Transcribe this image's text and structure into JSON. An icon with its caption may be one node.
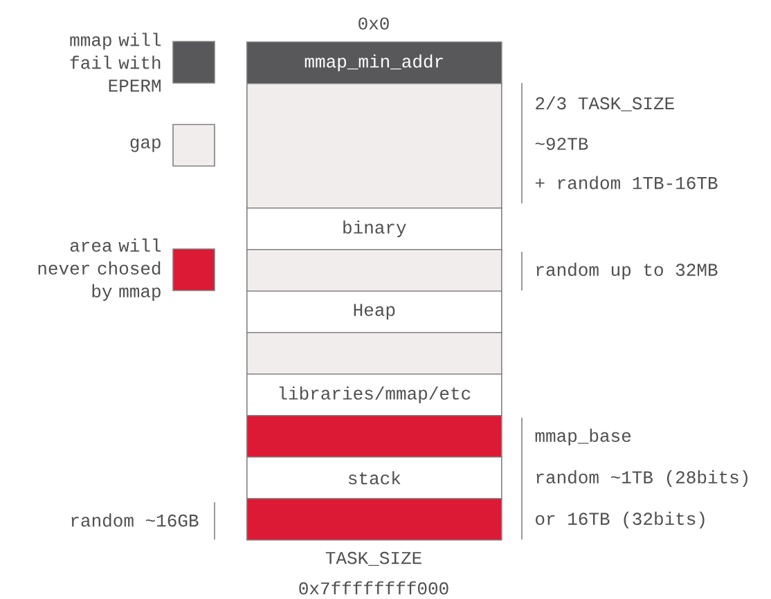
{
  "diagram": {
    "nodes": [
      {
        "text": [
          "mmap_min_addr"
        ]
      },
      {
        "text": [],
        "shape": "box"
      },
      {
        "text": [
          "binary"
        ]
      },
      {
        "text": [],
        "shape": "box"
      },
      {
        "text": [
          "Heap"
        ]
      },
      {
        "text": [],
        "shape": "box"
      },
      {
        "text": [
          "libraries/mmap/etc"
        ]
      },
      {
        "text": [],
        "shape": "box"
      },
      {
        "text": [
          "stack"
        ]
      },
      {
        "text": [],
        "shape": "box"
      }
    ],
    "labels": [
      "0x0",
      "2/3 TASK_SIZE",
      "~92TB",
      "+ random 1TB-16TB",
      "random up to 32MB",
      "mmap_base",
      "random ~1TB (28bits)",
      "random ~16GB",
      "or 16TB (32bits)",
      "TASK_SIZE",
      "0x7ffffffff000"
    ],
    "legend": [
      {
        "text": "mmap will fail with EPERM",
        "color": "#58585a"
      },
      {
        "text": "gap",
        "color": "#f0edec"
      },
      {
        "text": "area will never chosed by mmap",
        "color": "#dc1a35"
      }
    ]
  }
}
